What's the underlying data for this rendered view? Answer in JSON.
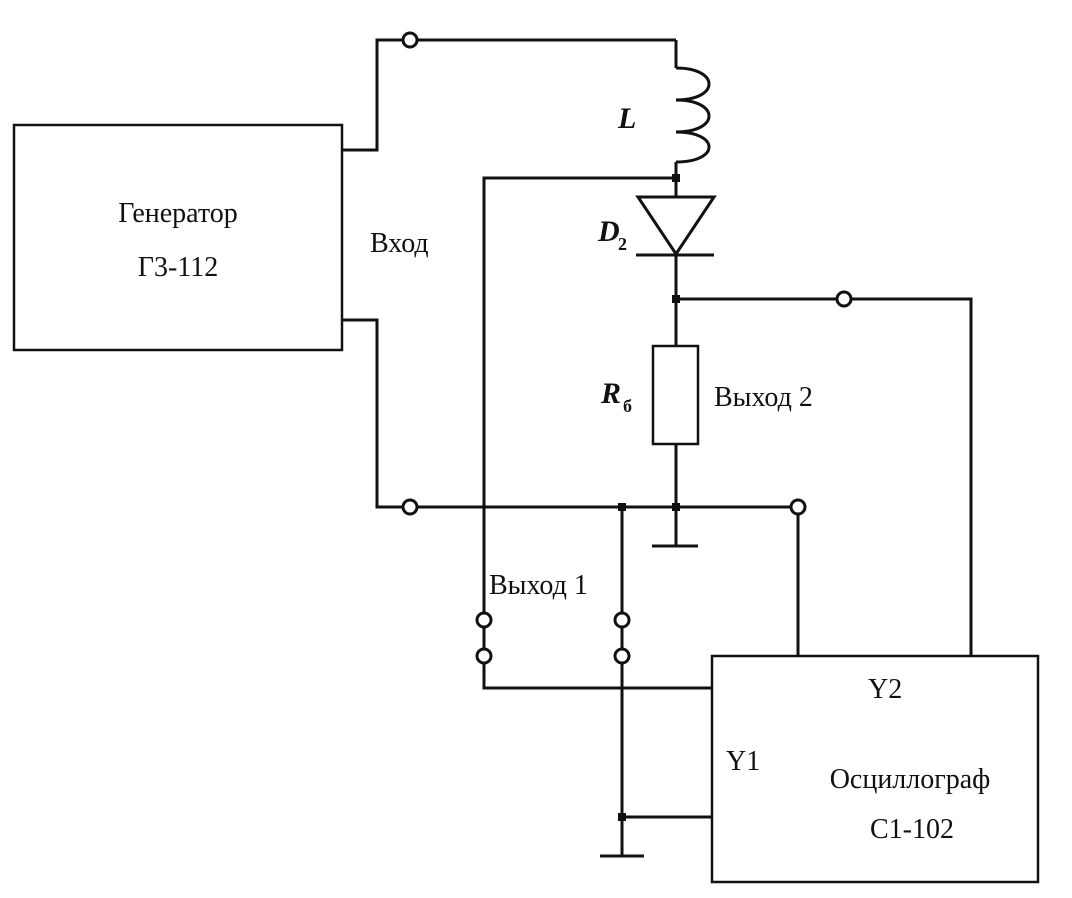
{
  "generator": {
    "title": "Генератор",
    "model": "Г3-112"
  },
  "oscilloscope": {
    "title": "Осциллограф",
    "model": "С1-102",
    "channel1": "Y1",
    "channel2": "Y2"
  },
  "labels": {
    "input": "Вход",
    "output1": "Выход 1",
    "output2": "Выход 2"
  },
  "components": {
    "inductor": "L",
    "diode": "D",
    "diode_sub": "2",
    "resistor": "R",
    "resistor_sub": "б"
  }
}
